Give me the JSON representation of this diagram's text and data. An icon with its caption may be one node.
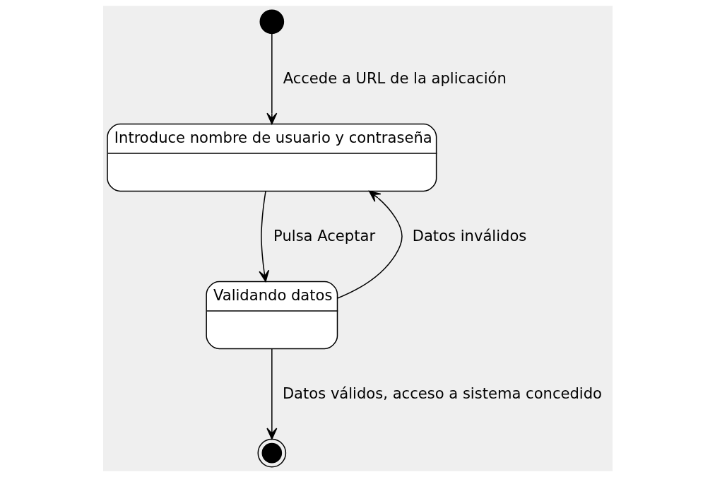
{
  "diagram": {
    "nodes": [
      {
        "text": [],
        "shape": "circle"
      },
      {
        "text": [
          "Introduce nombre de usuario y contraseña"
        ]
      },
      {
        "text": [
          "Validando datos"
        ]
      },
      {
        "text": [],
        "shape": "circle"
      }
    ],
    "edges": [
      {
        "from": 0,
        "to": 1,
        "arrow": "to",
        "label": "Accede a URL de la aplicación"
      },
      {
        "from": 1,
        "to": 2,
        "arrow": "to",
        "label": "Pulsa Aceptar"
      },
      {
        "from": 2,
        "to": 1,
        "arrow": "to",
        "label": "Datos inválidos"
      },
      {
        "from": 2,
        "to": 3,
        "arrow": "to",
        "label": "Datos válidos, acceso a sistema concedido"
      }
    ]
  }
}
